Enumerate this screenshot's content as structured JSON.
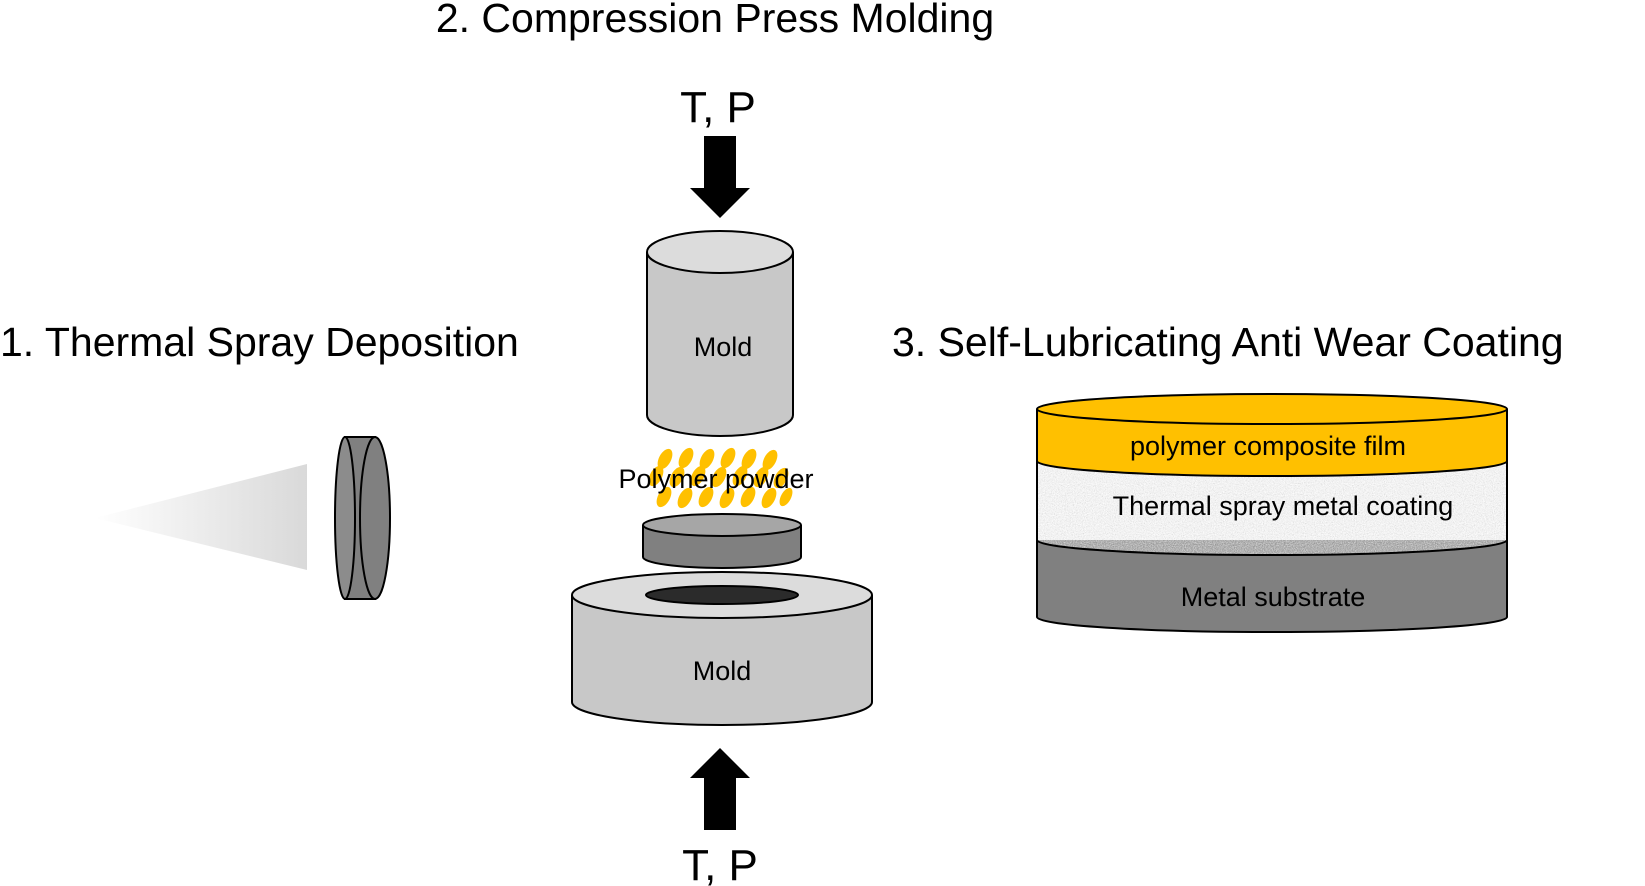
{
  "titles": {
    "step1": "1. Thermal Spray Deposition",
    "step2": "2. Compression Press Molding",
    "step3": "3. Self-Lubricating Anti Wear Coating"
  },
  "press": {
    "top_force_label": "T, P",
    "bottom_force_label": "T, P",
    "top_mold_label": "Mold",
    "bottom_mold_label": "Mold",
    "powder_label": "Polymer powder"
  },
  "coating": {
    "layers": [
      {
        "label": "polymer composite film",
        "color": "#FFC000"
      },
      {
        "label": "Thermal spray metal coating",
        "color": "#BDBDBD"
      },
      {
        "label": "Metal substrate",
        "color": "#808080"
      }
    ]
  },
  "colors": {
    "mold": "#C8C8C8",
    "mold_top": "#DCDCDC",
    "sample": "#808080",
    "powder": "#FFC000",
    "arrow": "#000000",
    "spray": "#E0E0E0"
  }
}
